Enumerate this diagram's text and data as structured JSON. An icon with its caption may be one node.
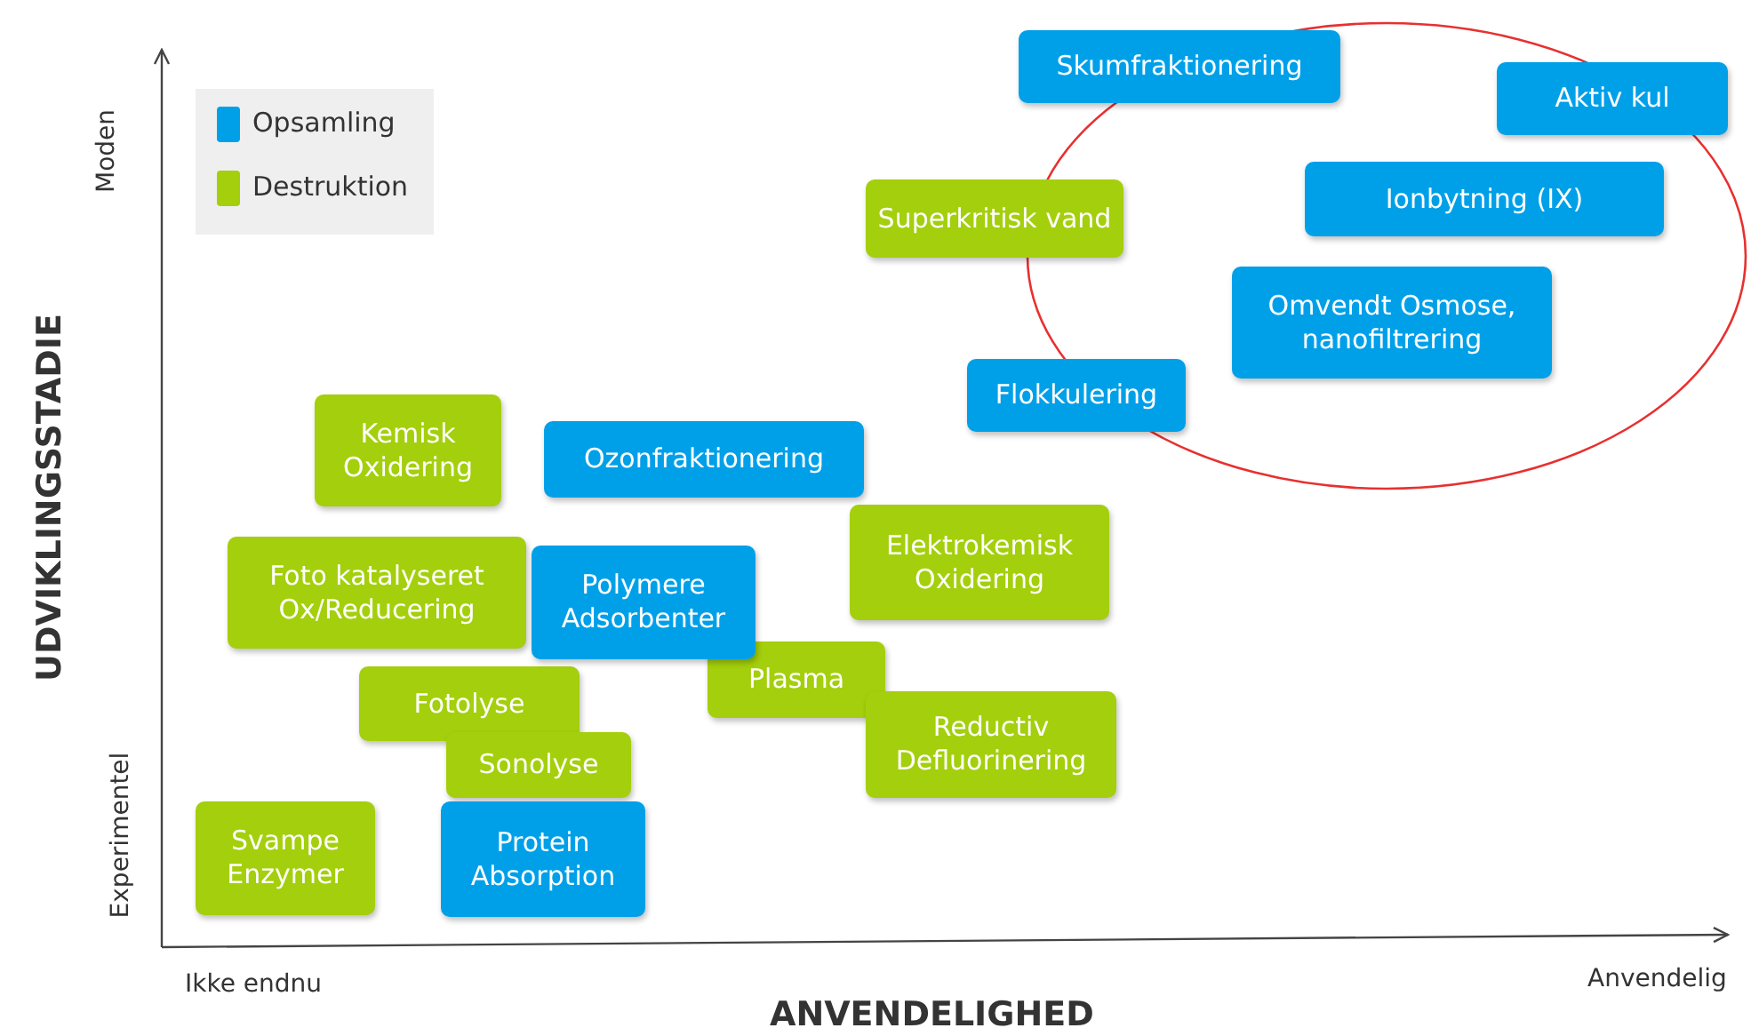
{
  "diagram": {
    "nodes": [
      {
        "text": [
          "Skumfraktionering"
        ]
      },
      {
        "text": [
          "Aktiv kul"
        ]
      },
      {
        "text": [
          "Ionbytning (IX)"
        ]
      },
      {
        "text": [
          "Superkritisk vand"
        ]
      },
      {
        "text": [
          "Omvendt Osmose, nanofiltrering"
        ]
      },
      {
        "text": [
          "Flokkulering"
        ]
      },
      {
        "text": [
          "Kemisk Oxidering"
        ]
      },
      {
        "text": [
          "Ozonfraktionering"
        ]
      },
      {
        "text": [
          "Elektrokemisk Oxidering"
        ]
      },
      {
        "text": [
          "Foto katalyseret Ox/Reducering"
        ]
      },
      {
        "text": [
          "Polymere Adsorbenter"
        ]
      },
      {
        "text": [
          "Plasma"
        ]
      },
      {
        "text": [
          "Fotolyse"
        ]
      },
      {
        "text": [
          "Reductiv Defluorinering"
        ]
      },
      {
        "text": [
          "Sonolyse"
        ]
      },
      {
        "text": [
          "Svampe Enzymer"
        ]
      },
      {
        "text": [
          "Protein Absorption"
        ]
      }
    ],
    "labels": [
      "Moden",
      "UDVIKLINGSSTADIE",
      "Experimentel",
      "Ikke endnu",
      "Anvendelig",
      "ANVENDELIGHED"
    ],
    "legend": [
      {
        "text": "Opsamling",
        "color": "#00a0e9"
      },
      {
        "text": "Destruktion",
        "color": "#a4cf0c"
      }
    ]
  }
}
